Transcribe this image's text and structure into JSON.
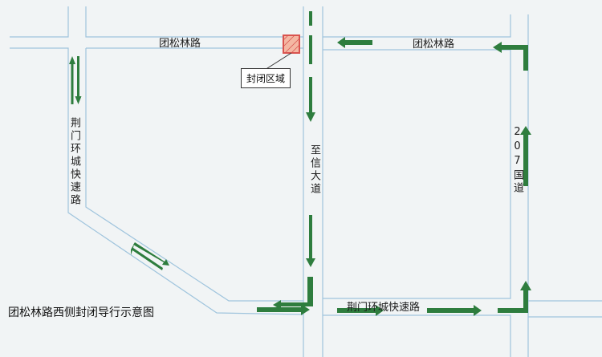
{
  "roads": {
    "tuansonglin_west": "团松林路",
    "tuansonglin_east": "团松林路",
    "jingmen_ring_expressway_west": "荆门环城快速路",
    "zhixin_avenue": "至信大道",
    "national_road_207": "207国道",
    "jingmen_ring_expressway_south": "荆门环城快速路"
  },
  "closure": {
    "label": "封闭区域",
    "color": "#d9534f"
  },
  "caption": "团松林路西侧封闭导行示意图",
  "colors": {
    "background": "#f1f4f5",
    "road_edge": "#9fc4dd",
    "arrow": "#2e7d3e"
  }
}
